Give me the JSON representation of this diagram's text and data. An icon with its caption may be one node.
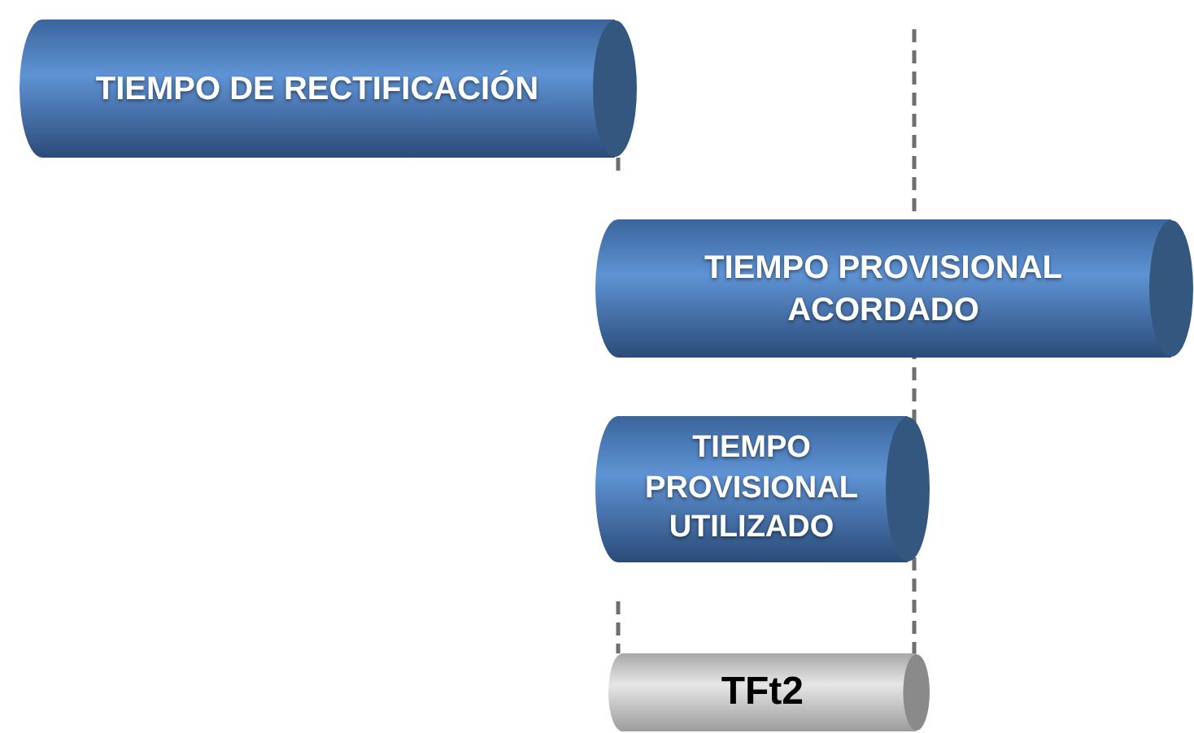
{
  "diagram": {
    "nodes": [
      {
        "text": [
          "TIEMPO DE RECTIFICACIÓN"
        ]
      },
      {
        "text": [
          "TIEMPO PROVISIONAL ACORDADO"
        ]
      },
      {
        "text": [
          "TIEMPO PROVISIONAL UTILIZADO"
        ]
      },
      {
        "text": [
          "TFt2"
        ]
      }
    ]
  }
}
